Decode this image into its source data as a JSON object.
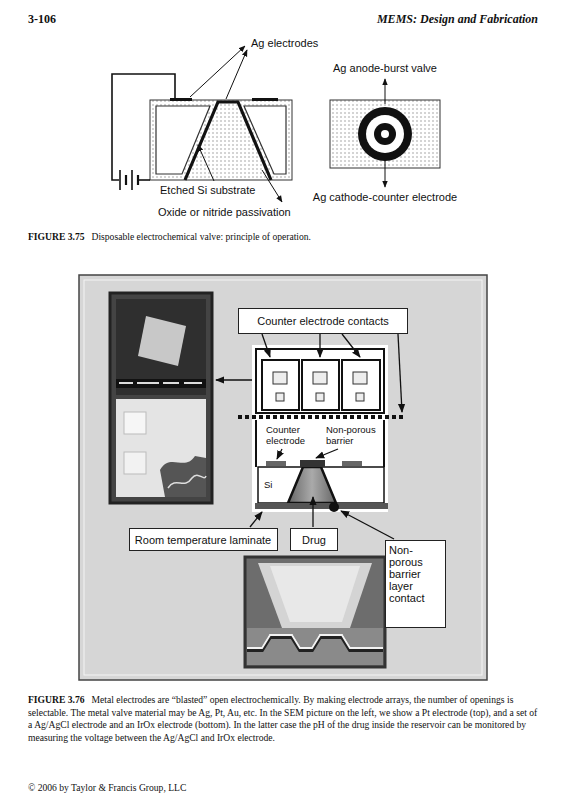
{
  "diagram": {
    "nodes": [
      {
        "text": [
          "Counter electrode contacts"
        ]
      },
      {
        "text": [
          "Room temperature laminate"
        ]
      },
      {
        "text": [
          "Drug"
        ]
      },
      {
        "text": [
          "Non-porous barrier layer contact"
        ]
      }
    ],
    "labels": [
      "3-106",
      "MEMS: Design and Fabrication",
      "Ag electrodes",
      "Ag anode-burst valve",
      "Etched Si substrate",
      "Ag cathode-counter electrode",
      "Oxide or nitride passivation",
      "FIGURE 3.75",
      "Disposable electrochemical valve: principle of operation.",
      "Counter electrode",
      "Non-porous barrier",
      "Si",
      "FIGURE 3.76",
      "Metal electrodes are “blasted” open electrochemically. By making electrode arrays, the number of openings is selectable. The metal valve material may be Ag, Pt, Au, etc. In the SEM picture on the left, we show a Pt electrode (top), and a set of a Ag/AgCl electrode and an IrOx electrode (bottom). In the latter case the pH of the drug inside the reservoir can be monitored by measuring the voltage between the Ag/AgCl and IrOx electrode.",
      "© 2006 by Taylor & Francis Group, LLC"
    ]
  }
}
